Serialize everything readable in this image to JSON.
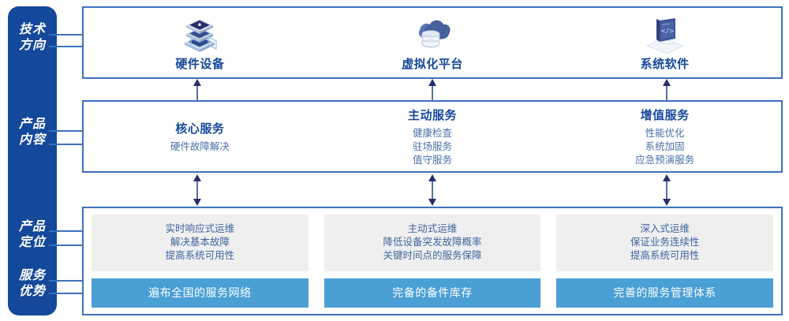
{
  "rail": {
    "color": "#14489B",
    "labels": [
      {
        "id": "tech-direction",
        "text": "技术\n方向"
      },
      {
        "id": "product-content",
        "text": "产品\n内容"
      },
      {
        "id": "product-position",
        "text": "产品\n定位"
      },
      {
        "id": "service-advantage",
        "text": "服务\n优势"
      }
    ]
  },
  "colors": {
    "primary_blue": "#14489B",
    "border_blue": "#3C72BE",
    "accent_blue": "#4A9FD4",
    "gray_box": "#EFEFEF",
    "body_text": "#4A6FA8"
  },
  "tech_tier": {
    "items": [
      {
        "icon": "server-stack-icon",
        "label": "硬件设备"
      },
      {
        "icon": "cloud-database-icon",
        "label": "虚拟化平台"
      },
      {
        "icon": "laptop-code-icon",
        "label": "系统软件"
      }
    ]
  },
  "content_tier": {
    "items": [
      {
        "title": "核心服务",
        "lines": [
          "硬件故障解决"
        ]
      },
      {
        "title": "主动服务",
        "lines": [
          "健康检查",
          "驻场服务",
          "值守服务"
        ]
      },
      {
        "title": "增值服务",
        "lines": [
          "性能优化",
          "系统加固",
          "应急预演服务"
        ]
      }
    ]
  },
  "bottom_tier": {
    "items": [
      {
        "positioning": [
          "实时响应式运维",
          "解决基本故障",
          "提高系统可用性"
        ],
        "advantage": "遍布全国的服务网络"
      },
      {
        "positioning": [
          "主动式运维",
          "降低设备突发故障概率",
          "关键时间点的服务保障"
        ],
        "advantage": "完备的备件库存"
      },
      {
        "positioning": [
          "深入式运维",
          "保证业务连续性",
          "提高系统可用性"
        ],
        "advantage": "完善的服务管理体系"
      }
    ]
  },
  "arrows": {
    "tier1_to_tier2": "arrow-up-icon",
    "tier2_to_tier3": "arrow-up-down-icon"
  }
}
